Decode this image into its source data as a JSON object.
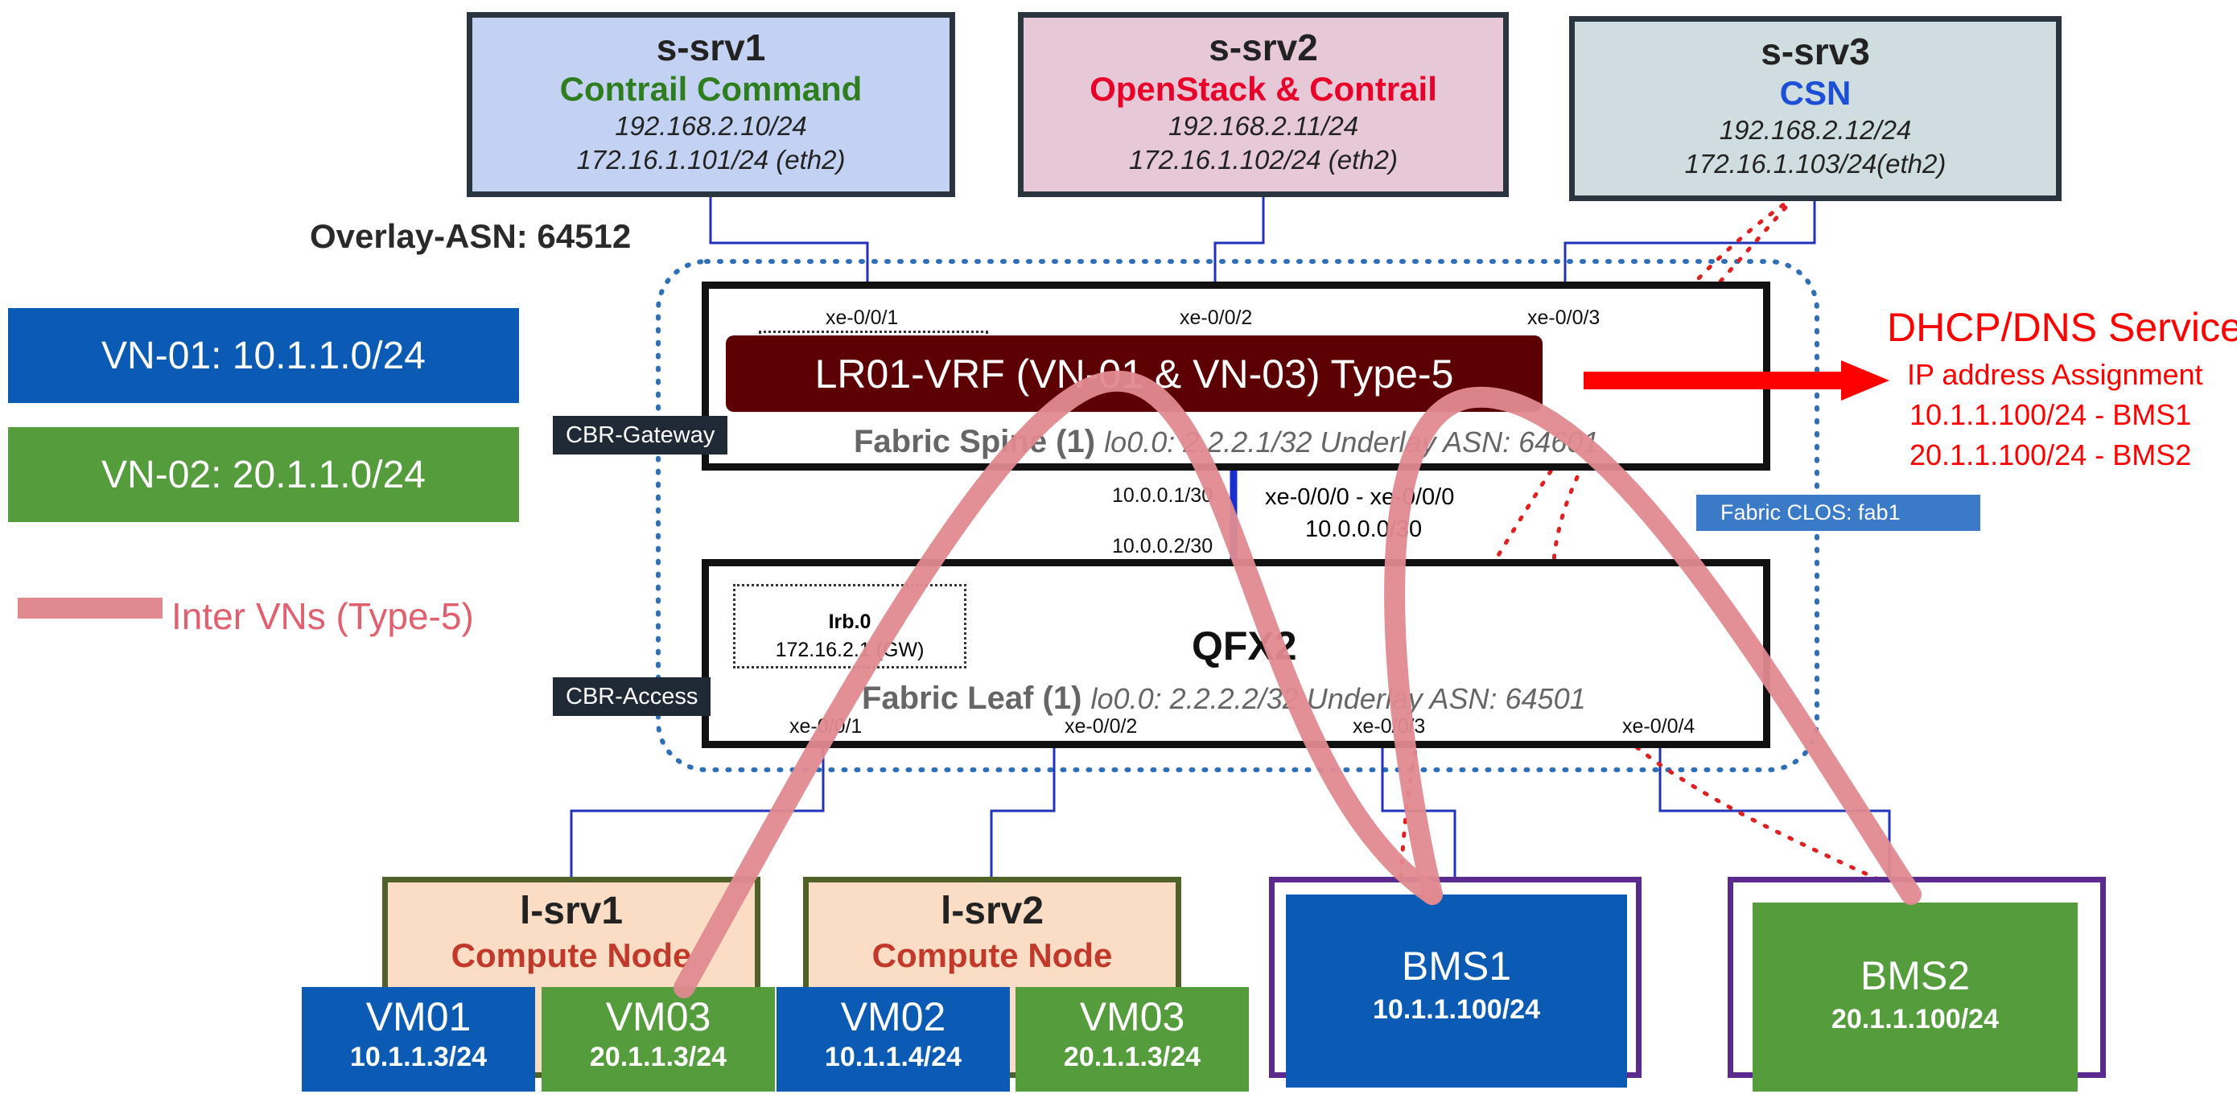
{
  "servers": [
    {
      "name": "s-srv1",
      "role": "Contrail Command",
      "role_color": "#2e7d1f",
      "ip1": "192.168.2.10/24",
      "ip2": "172.16.1.101/24 (eth2)"
    },
    {
      "name": "s-srv2",
      "role": "OpenStack & Contrail",
      "role_color": "#e8002a",
      "ip1": "192.168.2.11/24",
      "ip2": "172.16.1.102/24 (eth2)"
    },
    {
      "name": "s-srv3",
      "role": "CSN",
      "role_color": "#1c4fd6",
      "ip1": "192.168.2.12/24",
      "ip2": "172.16.1.103/24(eth2)"
    }
  ],
  "overlay_asn": "Overlay-ASN: 64512",
  "legend": {
    "vn01": "VN-01: 10.1.1.0/24",
    "vn02": "VN-02: 20.1.1.0/24",
    "inter": "Inter VNs (Type-5)"
  },
  "colors": {
    "vn_blue": "#0b5bb5",
    "vn_green": "#559c3c",
    "type5": "#e08a90",
    "vrf": "#5c0004",
    "dhcp": "#ff0000"
  },
  "spine": {
    "ports": [
      "xe-0/0/1",
      "xe-0/0/2",
      "xe-0/0/3"
    ],
    "vrf": "LR01-VRF (VN-01 & VN-03) Type-5",
    "label_bold": "Fabric Spine (1)",
    "label_italic": "lo0.0: 2.2.2.1/32 Underlay ASN: 64601",
    "tag": "CBR-Gateway"
  },
  "link": {
    "a": "10.0.0.1/30",
    "b": "10.0.0.2/30",
    "c": "xe-0/0/0 - xe-0/0/0",
    "d": "10.0.0.0/30"
  },
  "leaf": {
    "irb_title": "Irb.0",
    "irb_ip": "172.16.2.1 (GW)",
    "model": "QFX2",
    "label_bold": "Fabric Leaf (1)",
    "label_italic": "lo0.0: 2.2.2.2/32 Underlay ASN: 64501",
    "tag": "CBR-Access",
    "ports": [
      "xe-0/0/1",
      "xe-0/0/2",
      "xe-0/0/3",
      "xe-0/0/4"
    ]
  },
  "fabric_clos": "Fabric CLOS: fab1",
  "dhcp": {
    "title": "DHCP/DNS Service",
    "lines": [
      "IP address Assignment",
      "10.1.1.100/24 - BMS1",
      "20.1.1.100/24 - BMS2"
    ]
  },
  "compute": [
    {
      "name": "l-srv1",
      "role": "Compute Node"
    },
    {
      "name": "l-srv2",
      "role": "Compute Node"
    }
  ],
  "vms": [
    {
      "name": "VM01",
      "ip": "10.1.1.3/24"
    },
    {
      "name": "VM03",
      "ip": "20.1.1.3/24"
    },
    {
      "name": "VM02",
      "ip": "10.1.1.4/24"
    },
    {
      "name": "VM03",
      "ip": "20.1.1.3/24"
    }
  ],
  "bms": [
    {
      "name": "BMS1",
      "ip": "10.1.1.100/24"
    },
    {
      "name": "BMS2",
      "ip": "20.1.1.100/24"
    }
  ]
}
